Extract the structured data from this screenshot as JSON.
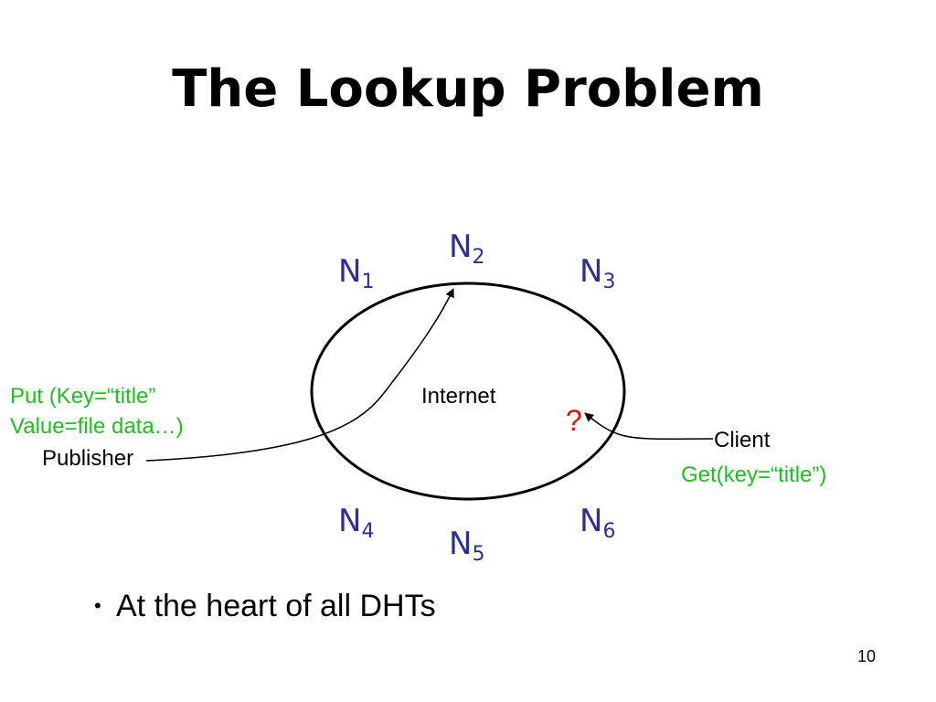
{
  "slide": {
    "title": "The Lookup Problem",
    "page_number": "10"
  },
  "nodes": [
    {
      "letter": "N",
      "sub": "1"
    },
    {
      "letter": "N",
      "sub": "2"
    },
    {
      "letter": "N",
      "sub": "3"
    },
    {
      "letter": "N",
      "sub": "4"
    },
    {
      "letter": "N",
      "sub": "5"
    },
    {
      "letter": "N",
      "sub": "6"
    }
  ],
  "network": {
    "label": "Internet",
    "unknown_marker": "?"
  },
  "publisher": {
    "put_line1": "Put (Key=“title”",
    "put_line2": "Value=file data…)",
    "label": "Publisher"
  },
  "client": {
    "label": "Client",
    "get_label": "Get(key=“title”)"
  },
  "bullets": [
    "At the heart of all DHTs"
  ],
  "colors": {
    "node_text": "#2e2e9a",
    "request_text": "#1fbf1f",
    "unknown_marker": "#e01010",
    "text": "#000000"
  }
}
